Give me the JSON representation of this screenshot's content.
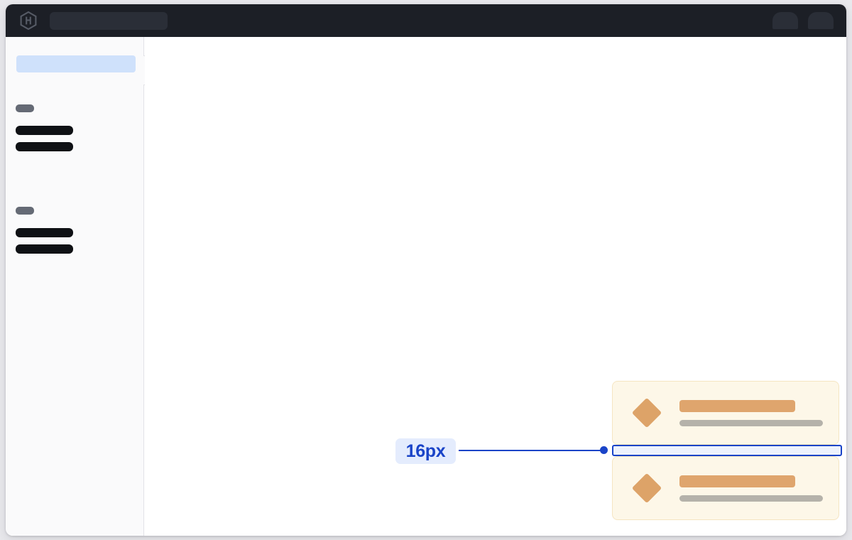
{
  "window": {
    "name": "application-window",
    "background_color": "#ffffff",
    "page_background_color": "#e9e9ed"
  },
  "topbar": {
    "background_color": "#1c1f26",
    "logo_icon": "hashicorp-hexagon-logo-icon",
    "search": {
      "placeholder": "",
      "value": "",
      "state": "skeleton-placeholder",
      "color": "#2a2e37"
    },
    "right_actions": [
      {
        "icon": "avatar-placeholder-icon",
        "label": ""
      },
      {
        "icon": "avatar-placeholder-icon",
        "label": ""
      }
    ]
  },
  "sidebar": {
    "background_color": "#fafafb",
    "selected_item": {
      "label": "",
      "state": "selected",
      "highlight_color": "#cfe1fb"
    },
    "collapse_handle": {
      "icon": "sidebar-collapse-handle-icon",
      "label": ""
    },
    "groups": [
      {
        "label": "",
        "items": [
          {
            "label": ""
          },
          {
            "label": ""
          }
        ]
      },
      {
        "label": "",
        "items": [
          {
            "label": ""
          },
          {
            "label": ""
          }
        ]
      }
    ]
  },
  "canvas": {
    "cards": [
      {
        "icon": "diamond-icon",
        "title": "",
        "subtitle": "",
        "background_color": "#fdf7e8",
        "border_color": "#f5e5c2",
        "icon_color": "#dda368",
        "title_color": "#dfa56d",
        "subtitle_color": "#b5b2aa"
      },
      {
        "icon": "diamond-icon",
        "title": "",
        "subtitle": "",
        "background_color": "#fdf7e8",
        "border_color": "#f5e5c2",
        "icon_color": "#dda368",
        "title_color": "#dfa56d",
        "subtitle_color": "#b5b2aa"
      }
    ],
    "annotation": {
      "measurement_label": "16px",
      "measurement_value": 16,
      "measurement_unit": "px",
      "accent_color": "#1a44c8",
      "pill_background_color": "#e4ecfd",
      "highlight_fill_color": "#edf2fd",
      "description": "vertical gap between the two cards"
    }
  }
}
